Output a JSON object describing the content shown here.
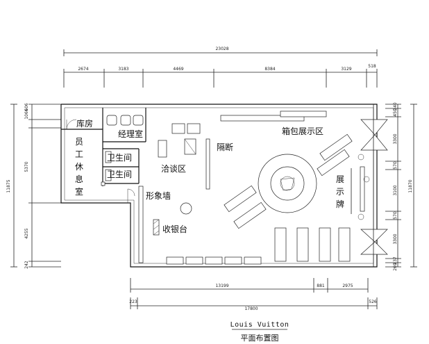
{
  "dimensions": {
    "top_total": "23028",
    "top_segments": [
      "2674",
      "3183",
      "4469",
      "8384",
      "3129",
      "518"
    ],
    "left_segments": [
      "1066",
      "606",
      "5370",
      "4255",
      "242"
    ],
    "left_total": "11875",
    "right_segments": [
      "240",
      "450",
      "3300",
      "570",
      "3100",
      "570",
      "3300",
      "237",
      "269"
    ],
    "right_total": "11870",
    "bottom_segments": [
      "13199",
      "881",
      "2975"
    ],
    "bottom_total": "17800",
    "bottom_offsets": [
      "223",
      "526"
    ]
  },
  "rooms": {
    "storage": "库房",
    "staff_lounge": [
      "员",
      "工",
      "休",
      "息",
      "室"
    ],
    "manager": "经理室",
    "toilet1": "卫生间",
    "toilet2": "卫生间",
    "negotiation": "洽谈区",
    "partition": "隔断",
    "bag_display": "箱包展示区",
    "display_board": [
      "展",
      "示",
      "牌"
    ],
    "image_wall": "形象墙",
    "cashier": "收银台"
  },
  "title": {
    "brand": "Louis Vuitton",
    "subtitle": "平面布置图"
  }
}
